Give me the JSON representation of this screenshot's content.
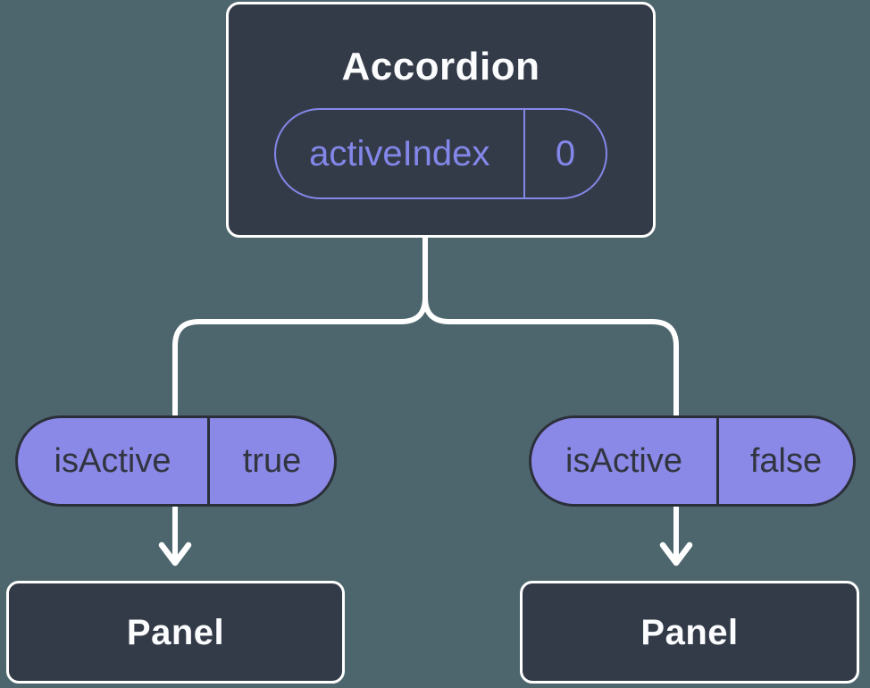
{
  "colors": {
    "background": "#4D666D",
    "node-fill": "#343B48",
    "node-border": "#FFFFFF",
    "node-text": "#FBFCFE",
    "pill-fill": "#8B89E8",
    "pill-dark": "#2B2F39",
    "pill-text": "#31353F",
    "accent-purple": "#8487EA",
    "line": "#FFFFFF"
  },
  "diagram": {
    "root": {
      "title": "Accordion",
      "state": {
        "name": "activeIndex",
        "value": "0"
      }
    },
    "children": [
      {
        "prop": {
          "name": "isActive",
          "value": "true"
        },
        "title": "Panel"
      },
      {
        "prop": {
          "name": "isActive",
          "value": "false"
        },
        "title": "Panel"
      }
    ]
  }
}
